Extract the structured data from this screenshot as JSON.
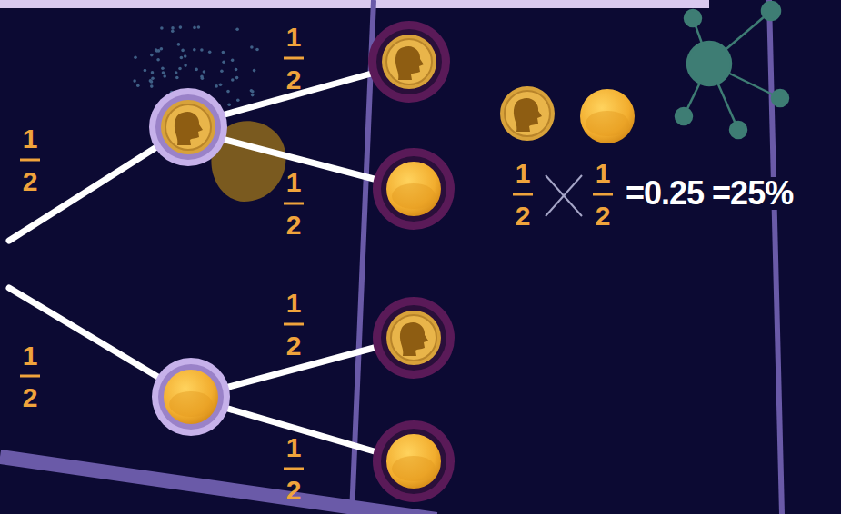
{
  "diagram": {
    "labels": [
      "1",
      "2",
      "1",
      "2",
      "1",
      "2",
      "1",
      "2",
      "1",
      "2",
      "1",
      "2",
      "1",
      "2",
      "1",
      "2",
      "=0.25 =25%"
    ]
  }
}
